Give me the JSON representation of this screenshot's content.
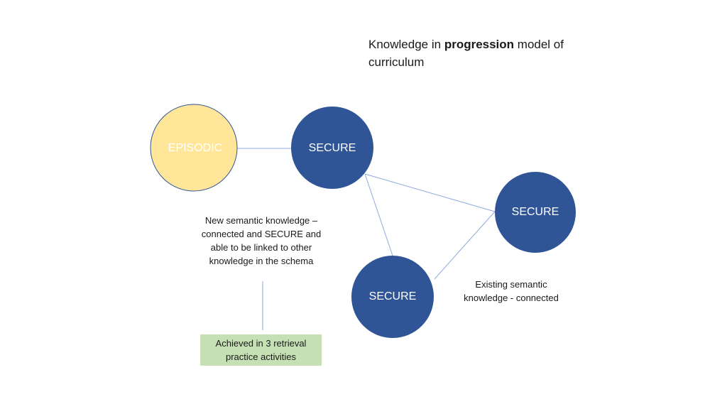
{
  "title": {
    "prefix": "Knowledge in ",
    "bold": "progression",
    "suffix": " model of curriculum"
  },
  "nodes": [
    {
      "id": "episodic",
      "label": "EPISODIC",
      "fill": "#ffe699",
      "text_color": "#ffffff"
    },
    {
      "id": "secure-1",
      "label": "SECURE",
      "fill": "#2f5597",
      "text_color": "#ffffff"
    },
    {
      "id": "secure-2",
      "label": "SECURE",
      "fill": "#2f5597",
      "text_color": "#ffffff"
    },
    {
      "id": "secure-3",
      "label": "SECURE",
      "fill": "#2f5597",
      "text_color": "#ffffff"
    }
  ],
  "connections": [
    {
      "from": "episodic",
      "to": "secure-1"
    },
    {
      "from": "secure-1",
      "to": "secure-2"
    },
    {
      "from": "secure-1",
      "to": "secure-3"
    },
    {
      "from": "secure-2",
      "to": "secure-3"
    },
    {
      "from": "new-semantic-note",
      "to": "achieved-box"
    }
  ],
  "notes": {
    "new_semantic": "New semantic knowledge – connected and SECURE and able to be linked to other knowledge in the schema",
    "existing_semantic": "Existing semantic knowledge - connected"
  },
  "achieved_box": {
    "text": "Achieved in 3 retrieval practice activities",
    "fill": "#c5e0b4"
  },
  "colors": {
    "line": "#8faadc",
    "episodic_stroke": "#2f5597"
  }
}
